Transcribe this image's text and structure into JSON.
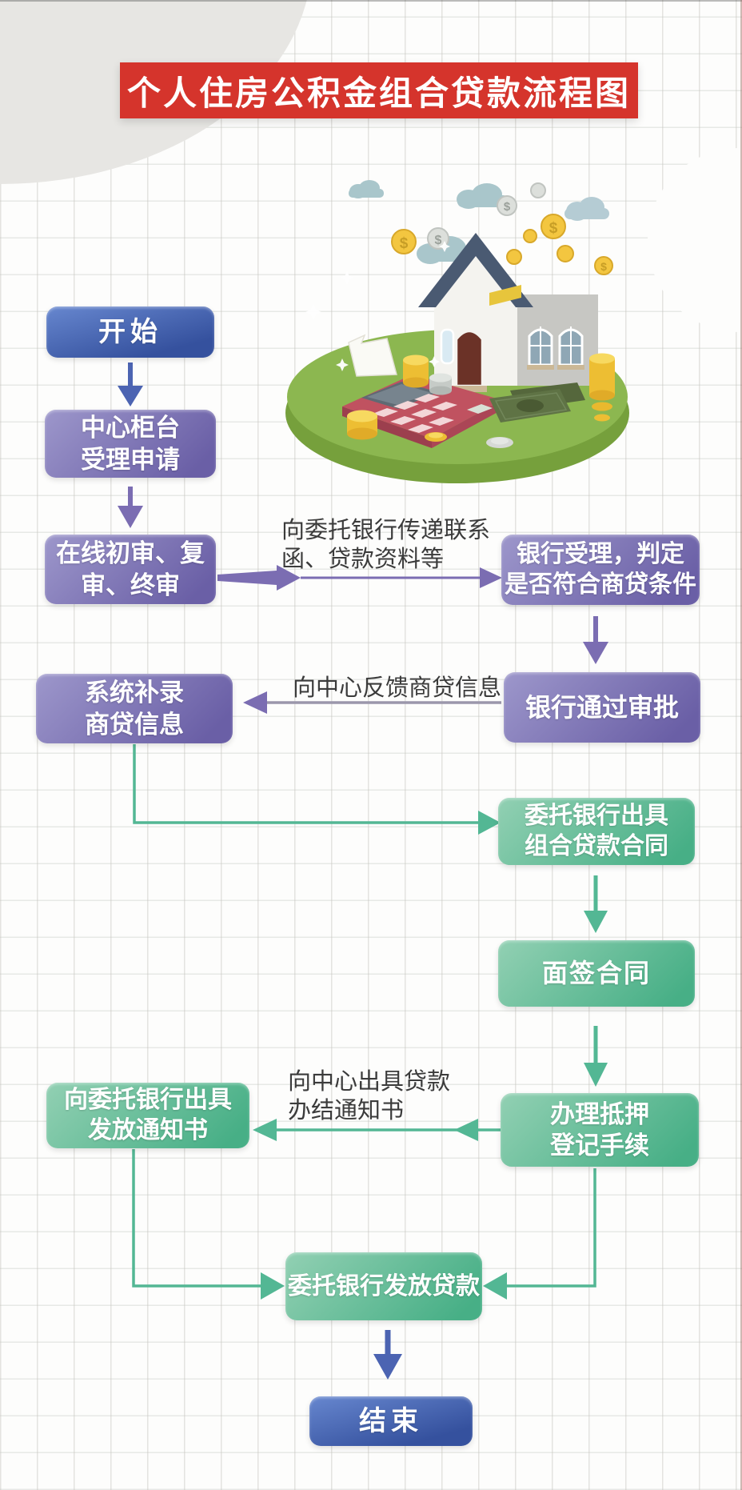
{
  "title": "个人住房公积金组合贷款流程图",
  "flow": {
    "start": "开始",
    "counter": "中心柜台\n受理申请",
    "review": "在线初审、复\n审、终审",
    "bank_accept": "银行受理，判定\n是否符合商贷条件",
    "bank_approve": "银行通过审批",
    "system_record": "系统补录\n商贷信息",
    "contract_issue": "委托银行出具\n组合贷款合同",
    "sign_contract": "面签合同",
    "mortgage": "办理抵押\n登记手续",
    "notice_issue": "向委托银行出具\n发放通知书",
    "grant_loan": "委托银行发放贷款",
    "end": "结束"
  },
  "edge_labels": {
    "to_bank": "向委托银行传递联系\n函、贷款资料等",
    "feedback": "向中心反馈商贷信息",
    "completion_notice": "向中心出具贷款\n办结通知书"
  },
  "illustration": {
    "coin_symbol": "$"
  },
  "colors": {
    "banner_bg": "#d5342c",
    "blue_light": "#6787cf",
    "blue_dark": "#35519e",
    "purple_light": "#9d97cb",
    "purple_dark": "#6a5fa6",
    "green_light": "#92d0b3",
    "green_dark": "#47af86",
    "arrow_blue": "#4c64b2",
    "arrow_purple": "#7b6db2",
    "arrow_teal": "#53b794",
    "label_text": "#3b3b3b"
  }
}
